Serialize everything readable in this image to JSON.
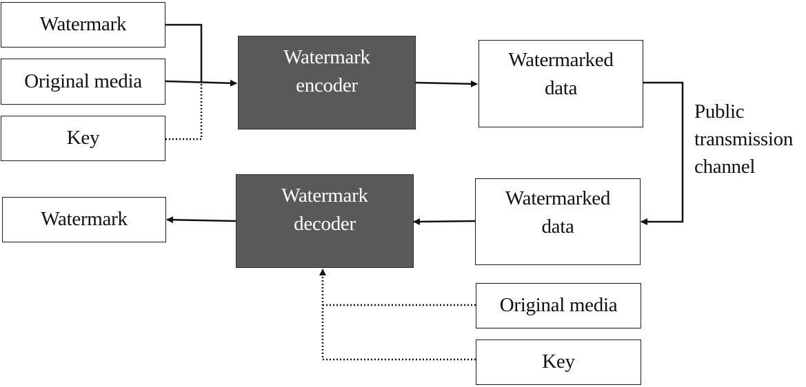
{
  "encoder_side": {
    "input_watermark": "Watermark",
    "input_original_media": "Original media",
    "input_key": "Key",
    "encoder": "Watermark\nencoder",
    "output_watermarked_data": "Watermarked\ndata"
  },
  "channel_label": "Public\ntransmission\nchannel",
  "decoder_side": {
    "received_watermarked_data": "Watermarked\ndata",
    "decoder": "Watermark\ndecoder",
    "output_watermark": "Watermark",
    "input_original_media": "Original media",
    "input_key": "Key"
  },
  "colors": {
    "process_fill": "#595959",
    "process_text": "#ffffff",
    "line": "#111111"
  }
}
